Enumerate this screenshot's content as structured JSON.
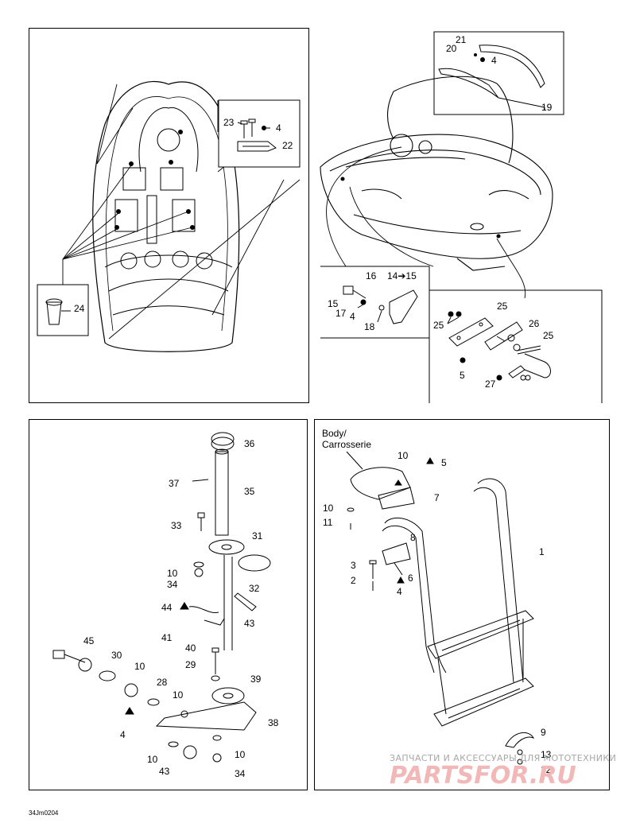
{
  "diagram": {
    "panel_top_left": {
      "callouts": [
        "23",
        "4",
        "22",
        "24"
      ]
    },
    "panel_top_right": {
      "callouts": [
        "21",
        "20",
        "4",
        "19",
        "16",
        "14➔15",
        "15",
        "17",
        "4",
        "18",
        "25",
        "25",
        "26",
        "25",
        "5",
        "27"
      ]
    },
    "panel_bottom_left": {
      "callouts": [
        "36",
        "37",
        "35",
        "33",
        "31",
        "10",
        "34",
        "32",
        "44",
        "43",
        "41",
        "40",
        "45",
        "30",
        "29",
        "10",
        "28",
        "10",
        "4",
        "39",
        "38",
        "10",
        "43",
        "34"
      ]
    },
    "panel_bottom_right": {
      "body_label_line1": "Body/",
      "body_label_line2": "Carrosserie",
      "callouts": [
        "10",
        "5",
        "7",
        "10",
        "11",
        "8",
        "3",
        "6",
        "2",
        "4",
        "1",
        "9",
        "13",
        "12"
      ]
    },
    "figure_code": "34Jm0204"
  },
  "watermark": {
    "line1": "ЗАПЧАСТИ И АКСЕССУАРЫ ДЛЯ МОТОТЕХНИКИ",
    "line2": "PARTSFOR.RU"
  }
}
